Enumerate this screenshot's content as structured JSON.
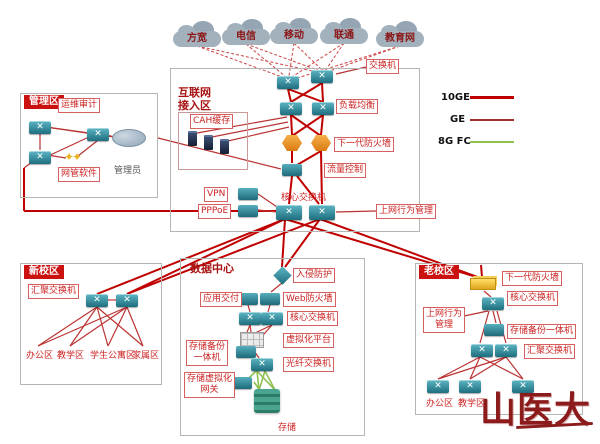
{
  "colors": {
    "trunk_red": "#c00000",
    "thin_red": "#bb3333",
    "dashed_red": "#cc4444",
    "fc_green": "#8fc050",
    "label_red": "#cc2222",
    "chip_red": "#cc1111"
  },
  "legend": {
    "l10ge": "10GE",
    "lge": "GE",
    "lfc": "8G FC"
  },
  "clouds": {
    "isp1": "方宽",
    "isp2": "电信",
    "isp3": "移动",
    "isp4": "联通",
    "isp5": "教育网"
  },
  "top": {
    "switch_label": "交换机"
  },
  "mgmt": {
    "title": "管理区",
    "audit": "运维审计",
    "nms": "网管软件",
    "admin": "管理员"
  },
  "inet": {
    "title": "互联网接入区",
    "cache": "CAH缓存",
    "lb": "负载均衡",
    "ngfw": "下一代防火墙",
    "tc": "流量控制",
    "vpn": "VPN",
    "pppoe": "PPPoE",
    "core": "核心交换机",
    "behavior": "上网行为管理"
  },
  "newcampus": {
    "title": "新校区",
    "agg": "汇聚交换机",
    "area1": "办公区",
    "area2": "教学区",
    "area3": "学生公寓区",
    "area4": "家属区"
  },
  "datacenter": {
    "title": "数据中心",
    "ips": "入侵防护",
    "adc": "应用交付",
    "waf": "Web防火墙",
    "core": "核心交换机",
    "virt": "虚拟化平台",
    "backup": "存储备份一体机",
    "fcswitch": "光纤交换机",
    "gateway": "存储虚拟化网关",
    "storage": "存储"
  },
  "oldcampus": {
    "title": "老校区",
    "ngfw": "下一代防火墙",
    "core": "核心交换机",
    "behavior": "上网行为管理",
    "backup": "存储备份一体机",
    "agg": "汇聚交换机",
    "area1": "办公区",
    "area2": "教学区"
  },
  "watermark": "山医大"
}
